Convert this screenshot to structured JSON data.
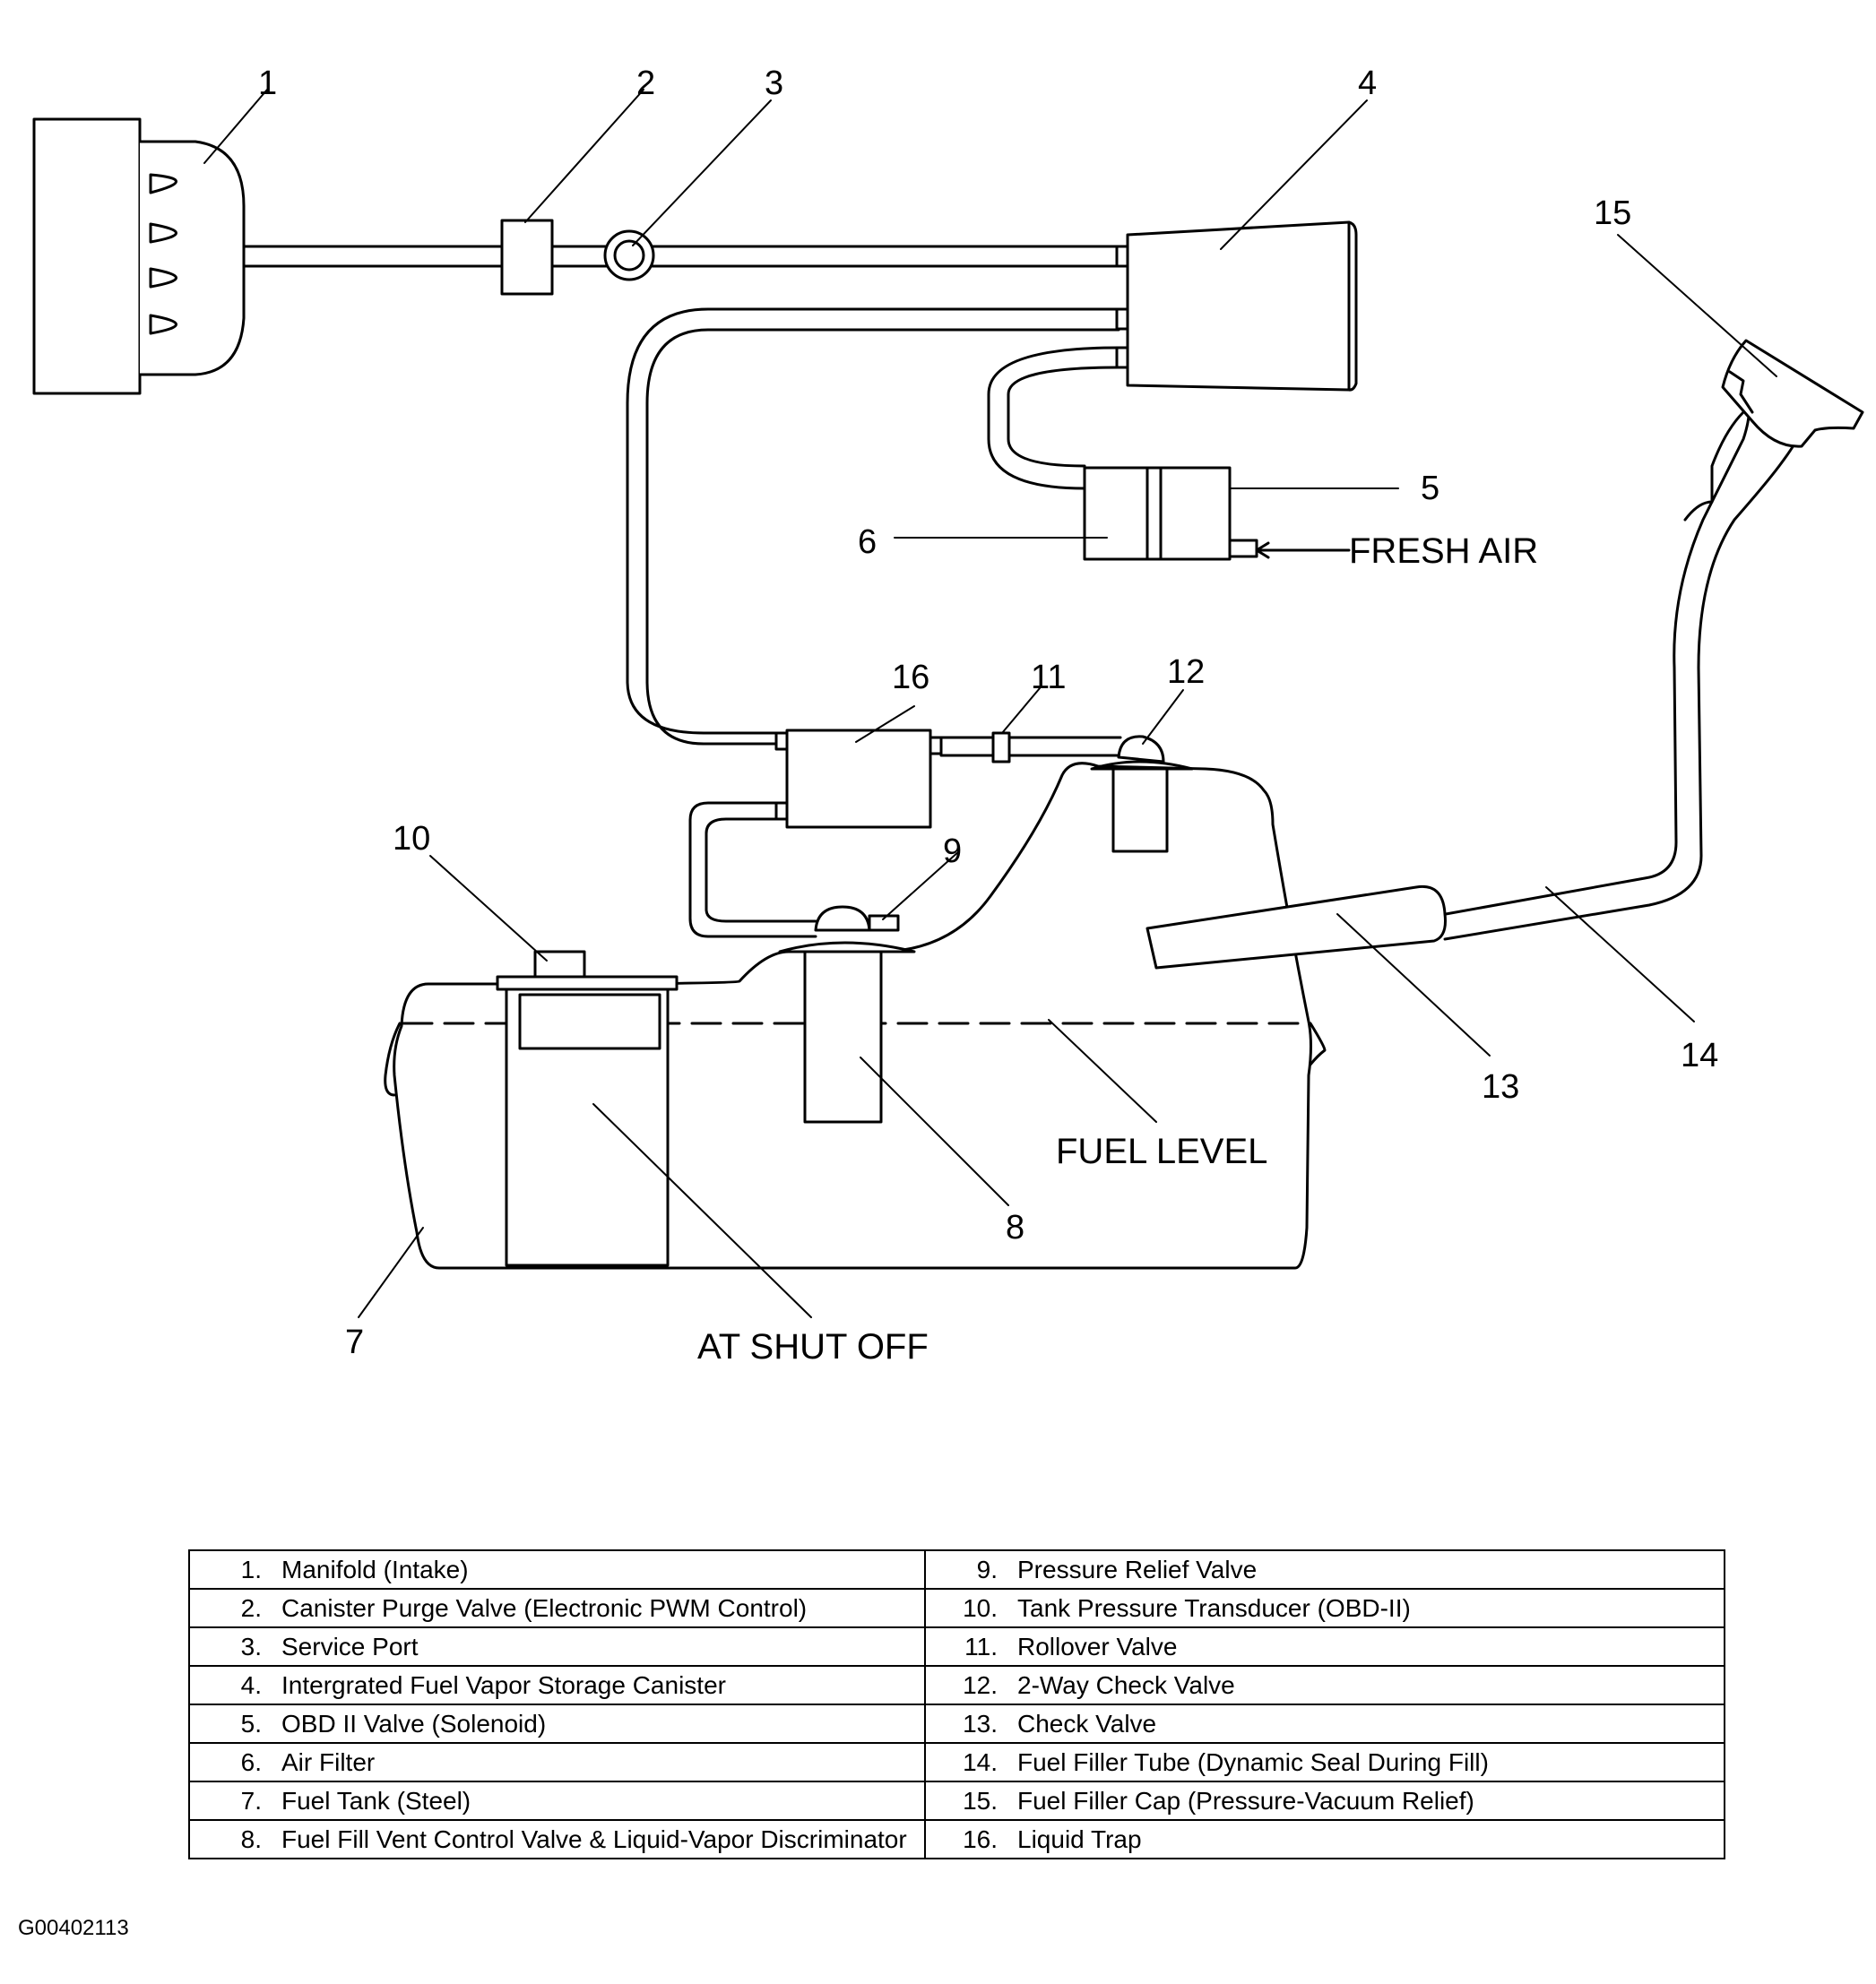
{
  "callouts": {
    "c1": "1",
    "c2": "2",
    "c3": "3",
    "c4": "4",
    "c5": "5",
    "c6": "6",
    "c7": "7",
    "c8": "8",
    "c9": "9",
    "c10": "10",
    "c11": "11",
    "c12": "12",
    "c13": "13",
    "c14": "14",
    "c15": "15",
    "c16": "16"
  },
  "captions": {
    "fresh_air": "FRESH AIR",
    "fuel_level": "FUEL LEVEL",
    "at_shut_off": "AT SHUT OFF"
  },
  "legend": [
    {
      "num": "1.",
      "label": "Manifold (Intake)"
    },
    {
      "num": "2.",
      "label": "Canister Purge Valve (Electronic PWM Control)"
    },
    {
      "num": "3.",
      "label": "Service Port"
    },
    {
      "num": "4.",
      "label": "Intergrated Fuel Vapor Storage Canister"
    },
    {
      "num": "5.",
      "label": "OBD II Valve (Solenoid)"
    },
    {
      "num": "6.",
      "label": "Air Filter"
    },
    {
      "num": "7.",
      "label": "Fuel Tank (Steel)"
    },
    {
      "num": "8.",
      "label": "Fuel Fill Vent Control Valve & Liquid-Vapor Discriminator"
    },
    {
      "num": "9.",
      "label": "Pressure Relief Valve"
    },
    {
      "num": "10.",
      "label": "Tank Pressure Transducer (OBD-II)"
    },
    {
      "num": "11.",
      "label": "Rollover Valve"
    },
    {
      "num": "12.",
      "label": "2-Way Check Valve"
    },
    {
      "num": "13.",
      "label": "Check Valve"
    },
    {
      "num": "14.",
      "label": "Fuel Filler Tube (Dynamic Seal During Fill)"
    },
    {
      "num": "15.",
      "label": "Fuel Filler Cap (Pressure-Vacuum Relief)"
    },
    {
      "num": "16.",
      "label": "Liquid Trap"
    }
  ],
  "figure_id": "G00402113"
}
